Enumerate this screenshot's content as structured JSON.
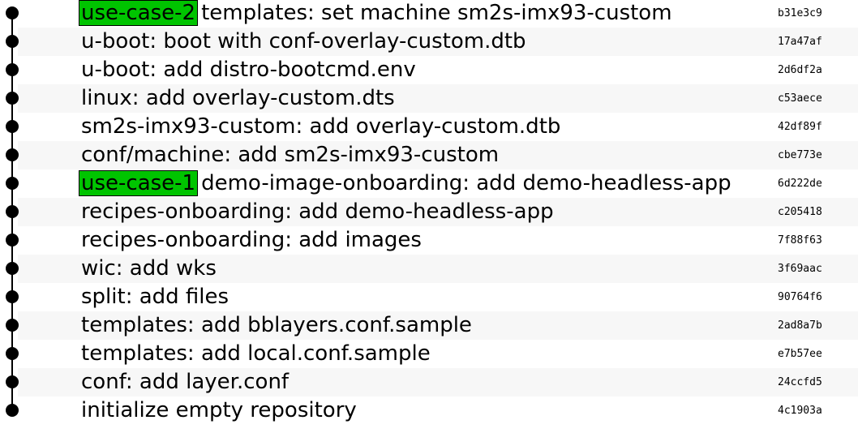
{
  "commits": [
    {
      "tag": "use-case-2",
      "message": "templates: set machine sm2s-imx93-custom",
      "hash": "b31e3c9"
    },
    {
      "tag": null,
      "message": "u-boot: boot with conf-overlay-custom.dtb",
      "hash": "17a47af"
    },
    {
      "tag": null,
      "message": "u-boot: add distro-bootcmd.env",
      "hash": "2d6df2a"
    },
    {
      "tag": null,
      "message": "linux: add overlay-custom.dts",
      "hash": "c53aece"
    },
    {
      "tag": null,
      "message": "sm2s-imx93-custom: add overlay-custom.dtb",
      "hash": "42df89f"
    },
    {
      "tag": null,
      "message": "conf/machine: add sm2s-imx93-custom",
      "hash": "cbe773e"
    },
    {
      "tag": "use-case-1",
      "message": "demo-image-onboarding: add demo-headless-app",
      "hash": "6d222de"
    },
    {
      "tag": null,
      "message": "recipes-onboarding: add demo-headless-app",
      "hash": "c205418"
    },
    {
      "tag": null,
      "message": "recipes-onboarding: add images",
      "hash": "7f88f63"
    },
    {
      "tag": null,
      "message": "wic: add wks",
      "hash": "3f69aac"
    },
    {
      "tag": null,
      "message": "split: add files",
      "hash": "90764f6"
    },
    {
      "tag": null,
      "message": "templates: add bblayers.conf.sample",
      "hash": "2ad8a7b"
    },
    {
      "tag": null,
      "message": "templates: add local.conf.sample",
      "hash": "e7b57ee"
    },
    {
      "tag": null,
      "message": "conf: add layer.conf",
      "hash": "24ccfd5"
    },
    {
      "tag": null,
      "message": "initialize empty repository",
      "hash": "4c1903a"
    }
  ],
  "colors": {
    "tag": "#00c400",
    "stripe": "#f7f7f7"
  }
}
